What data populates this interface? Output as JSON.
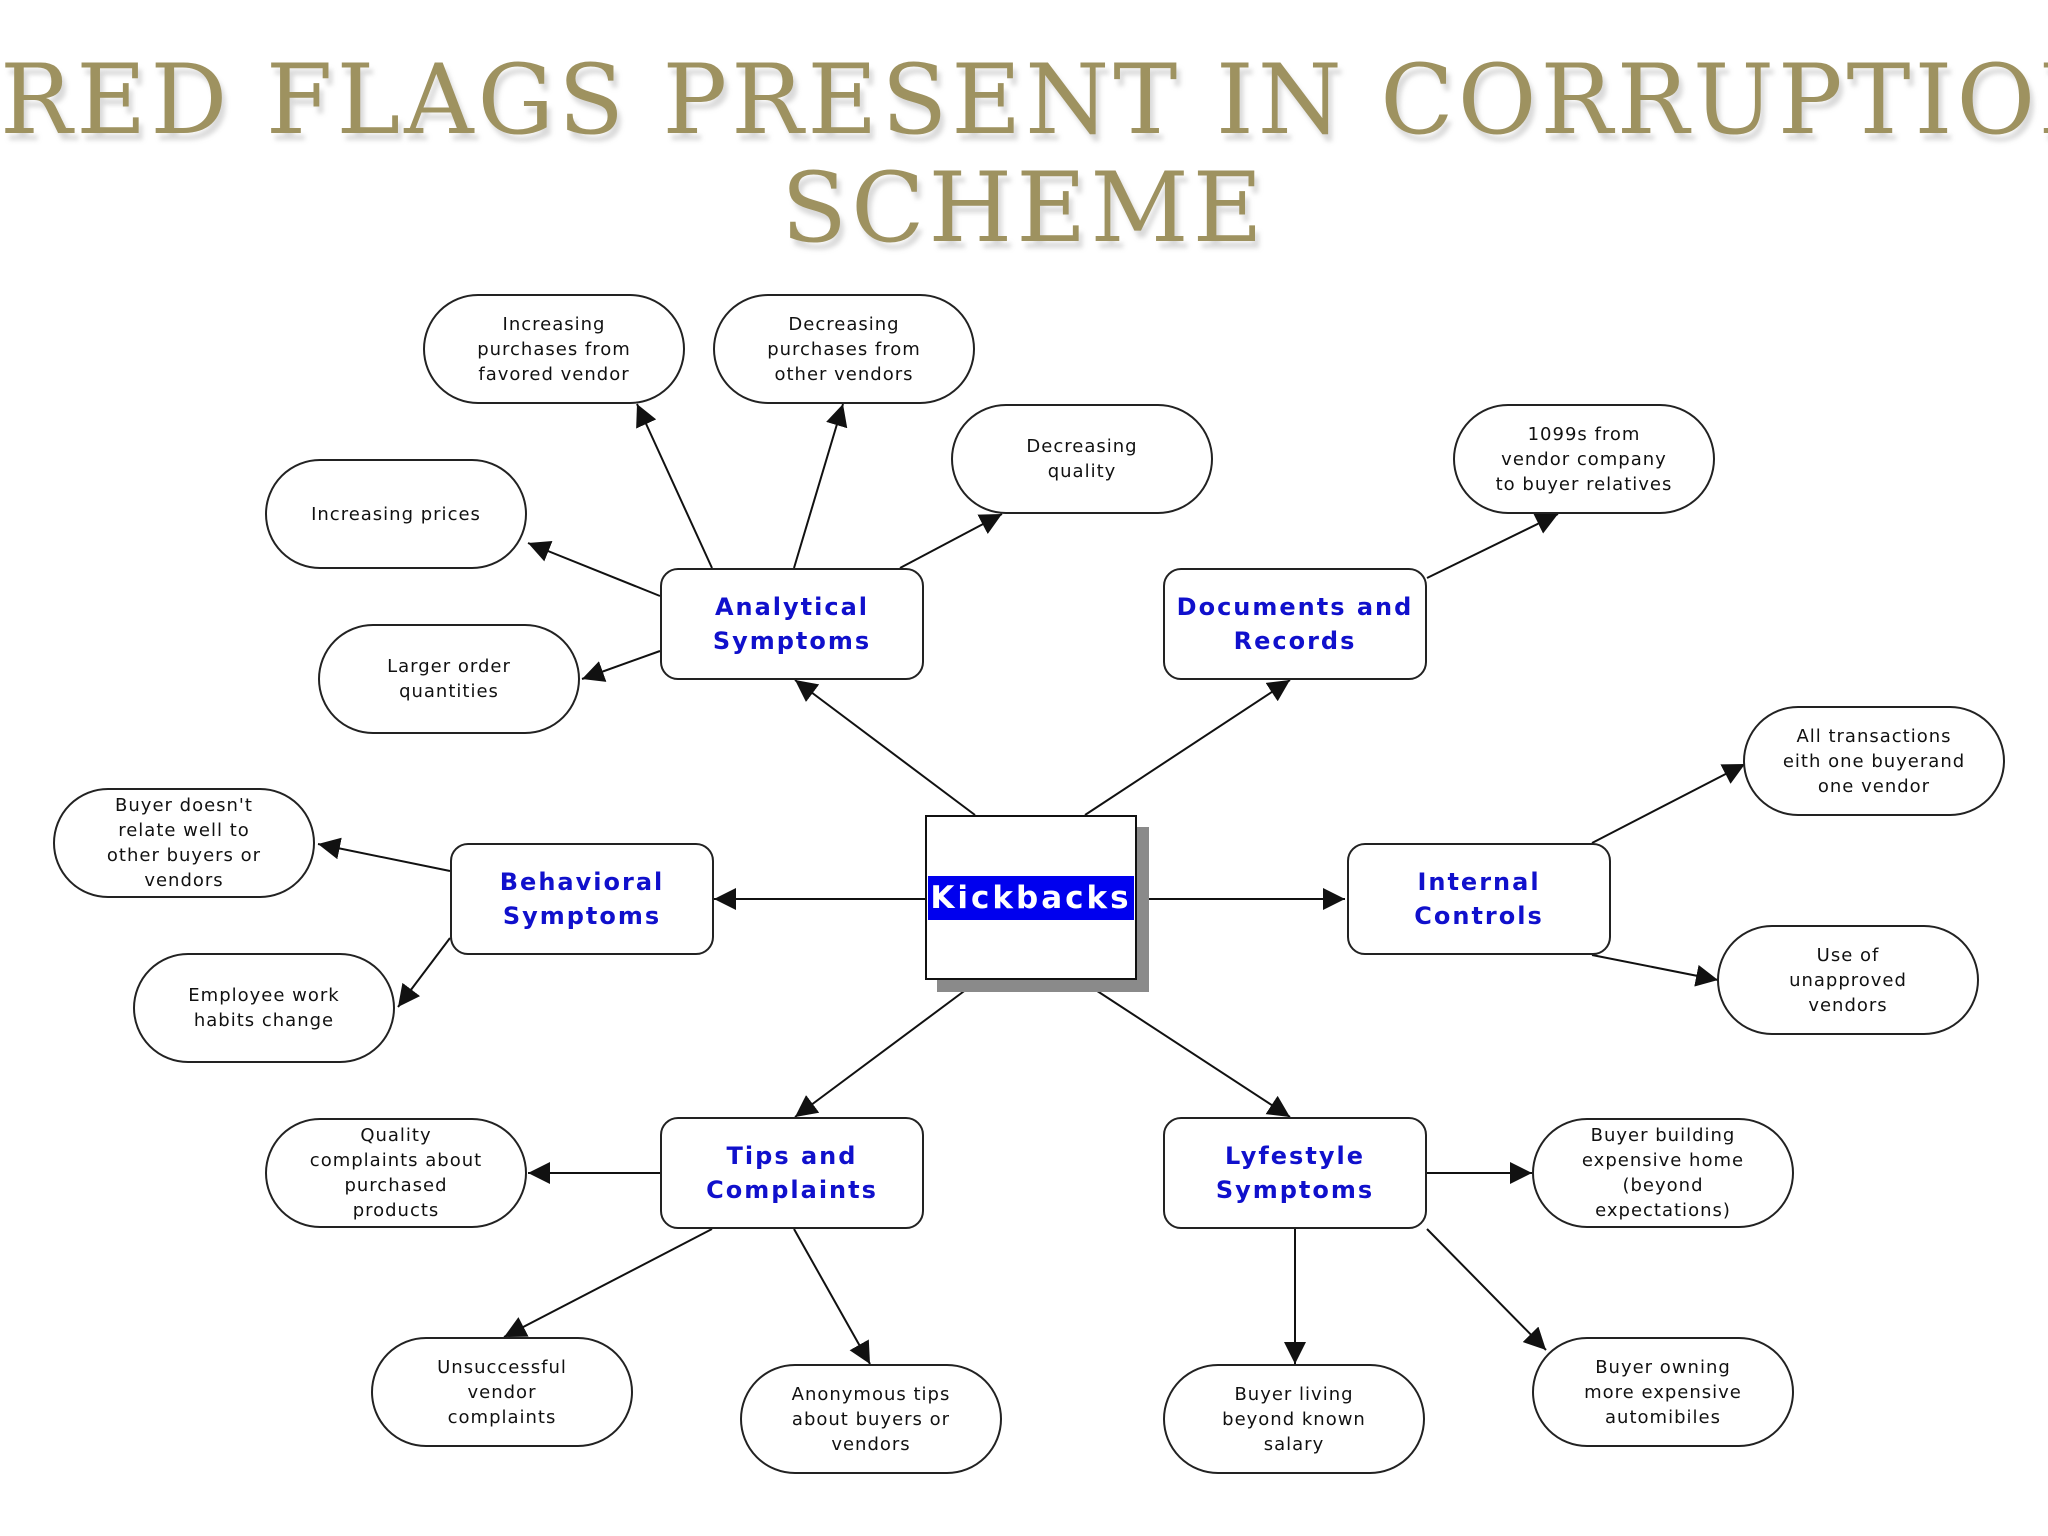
{
  "title": {
    "line1": "RED FLAGS PRESENT IN CORRUPTION",
    "line2": "SCHEME"
  },
  "center": {
    "label": "Kickbacks"
  },
  "categories": {
    "analytical": "Analytical\nSymptoms",
    "documents": "Documents and\nRecords",
    "behavioral": "Behavioral\nSymptoms",
    "internal_controls": "Internal Controls",
    "tips": "Tips and\nComplaints",
    "lifestyle": "Lyfestyle\nSymptoms"
  },
  "leaves": {
    "increasing_purchases": "Increasing\npurchases from\nfavored vendor",
    "decreasing_purchases": "Decreasing\npurchases from\nother vendors",
    "decreasing_quality": "Decreasing\nquality",
    "increasing_prices": "Increasing prices",
    "larger_orders": "Larger order\nquantities",
    "form_1099s": "1099s from\nvendor company\nto buyer relatives",
    "all_transactions": "All transactions\neith one buyerand\none vendor",
    "unapproved_vendors": "Use of\nunapproved\nvendors",
    "buyer_relations": "Buyer doesn't\nrelate well to\nother buyers or\nvendors",
    "work_habits": "Employee work\nhabits change",
    "quality_complaints": "Quality\ncomplaints about\npurchased\nproducts",
    "unsuccessful_complaints": "Unsuccessful\nvendor\ncomplaints",
    "anonymous_tips": "Anonymous tips\nabout buyers or\nvendors",
    "beyond_salary": "Buyer living\nbeyond known\nsalary",
    "expensive_home": "Buyer building\nexpensive home\n(beyond\nexpectations)",
    "expensive_autos": "Buyer owning\nmore expensive\nautomibiles"
  },
  "colors": {
    "title": "#9e9260",
    "category_text": "#1010cc",
    "center_highlight": "#0000ee",
    "line": "#111111"
  }
}
